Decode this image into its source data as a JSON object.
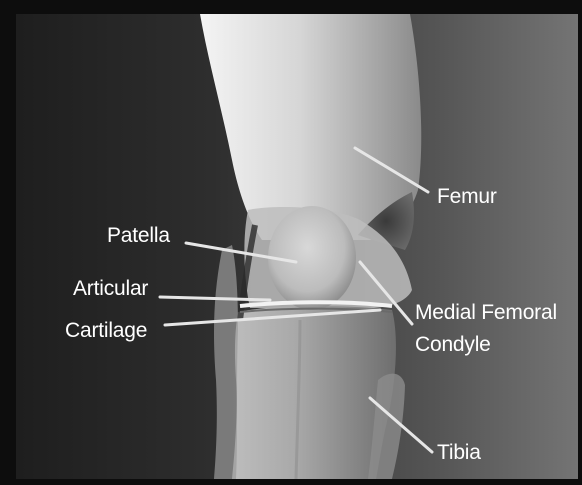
{
  "diagram": {
    "subject": "knee-joint",
    "colors": {
      "frame": "#0d0d0d",
      "background_dark": "#1c1c1c",
      "background_light": "#6a6a6a",
      "bone": "#d9d9d9",
      "label_text": "#ffffff",
      "leader_line": "#e6e6e6"
    },
    "labels": {
      "patella": "Patella",
      "articular": "Articular",
      "cartilage": "Cartilage",
      "femur": "Femur",
      "medial_femoral": "Medial Femoral",
      "condyle": "Condyle",
      "tibia": "Tibia"
    }
  }
}
